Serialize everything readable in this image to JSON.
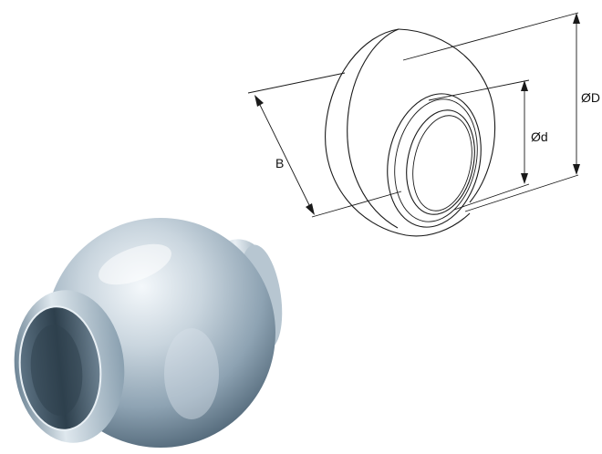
{
  "drawing": {
    "labels": {
      "width": "B",
      "inner_diameter": "Ød",
      "outer_diameter": "ØD"
    }
  },
  "photo": {
    "subject": "ball-joint",
    "colors": {
      "metal_light": "#eef3f7",
      "metal_mid": "#9fb3c3",
      "metal_dark": "#3f5566",
      "bore_dark": "#2a3b48"
    }
  },
  "colors": {
    "line": "#1a1a1a",
    "background": "#ffffff"
  }
}
